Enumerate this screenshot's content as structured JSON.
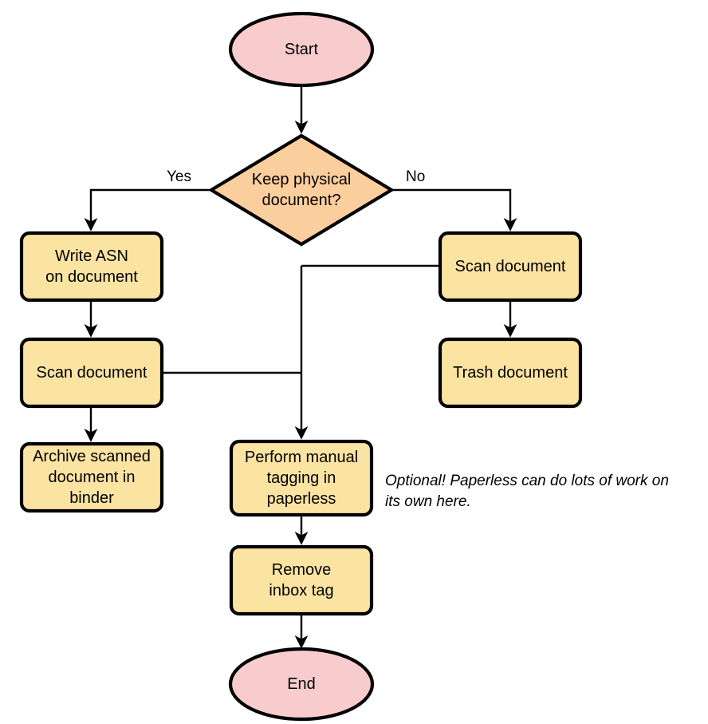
{
  "diagram": {
    "type": "flowchart",
    "orientation": "top-to-bottom",
    "background_color": "#FFFFFF",
    "stroke_color": "#000000",
    "text_color": "#000000",
    "palette": {
      "terminator_fill": "#F8CCCC",
      "decision_fill": "#FBCE9D",
      "process_fill": "#FBE3A2"
    },
    "nodes": [
      {
        "id": "start",
        "shape": "ellipse",
        "label": "Start",
        "fill": "#F8CCCC"
      },
      {
        "id": "decision",
        "shape": "diamond",
        "label": "Keep physical\ndocument?",
        "fill": "#FBCE9D"
      },
      {
        "id": "write_asn",
        "shape": "rounded-rect",
        "label": "Write ASN\non document",
        "fill": "#FBE3A2"
      },
      {
        "id": "scan_left",
        "shape": "rounded-rect",
        "label": "Scan document",
        "fill": "#FBE3A2"
      },
      {
        "id": "archive",
        "shape": "rounded-rect",
        "label": "Archive scanned\ndocument in\nbinder",
        "fill": "#FBE3A2"
      },
      {
        "id": "scan_right",
        "shape": "rounded-rect",
        "label": "Scan document",
        "fill": "#FBE3A2"
      },
      {
        "id": "trash",
        "shape": "rounded-rect",
        "label": "Trash document",
        "fill": "#FBE3A2"
      },
      {
        "id": "tagging",
        "shape": "rounded-rect",
        "label": "Perform manual\ntagging in\npaperless",
        "fill": "#FBE3A2"
      },
      {
        "id": "remove_inbox",
        "shape": "rounded-rect",
        "label": "Remove\ninbox tag",
        "fill": "#FBE3A2"
      },
      {
        "id": "end",
        "shape": "ellipse",
        "label": "End",
        "fill": "#F8CCCC"
      }
    ],
    "edges": [
      {
        "id": "e-start-decision",
        "from": "start",
        "to": "decision",
        "label": ""
      },
      {
        "id": "e-decision-write",
        "from": "decision",
        "to": "write_asn",
        "label": "Yes"
      },
      {
        "id": "e-decision-scanright",
        "from": "decision",
        "to": "scan_right",
        "label": "No"
      },
      {
        "id": "e-write-scanleft",
        "from": "write_asn",
        "to": "scan_left",
        "label": ""
      },
      {
        "id": "e-scanleft-archive",
        "from": "scan_left",
        "to": "archive",
        "label": ""
      },
      {
        "id": "e-scanleft-tagging",
        "from": "scan_left",
        "to": "tagging",
        "label": ""
      },
      {
        "id": "e-scanright-trash",
        "from": "scan_right",
        "to": "trash",
        "label": ""
      },
      {
        "id": "e-scanright-tagging",
        "from": "scan_right",
        "to": "tagging",
        "label": ""
      },
      {
        "id": "e-tagging-remove",
        "from": "tagging",
        "to": "remove_inbox",
        "label": ""
      },
      {
        "id": "e-remove-end",
        "from": "remove_inbox",
        "to": "end",
        "label": ""
      }
    ],
    "annotations": [
      {
        "id": "optional-note",
        "text": "Optional! Paperless can do lots of work on\nits own here.",
        "style": "italic"
      }
    ]
  }
}
